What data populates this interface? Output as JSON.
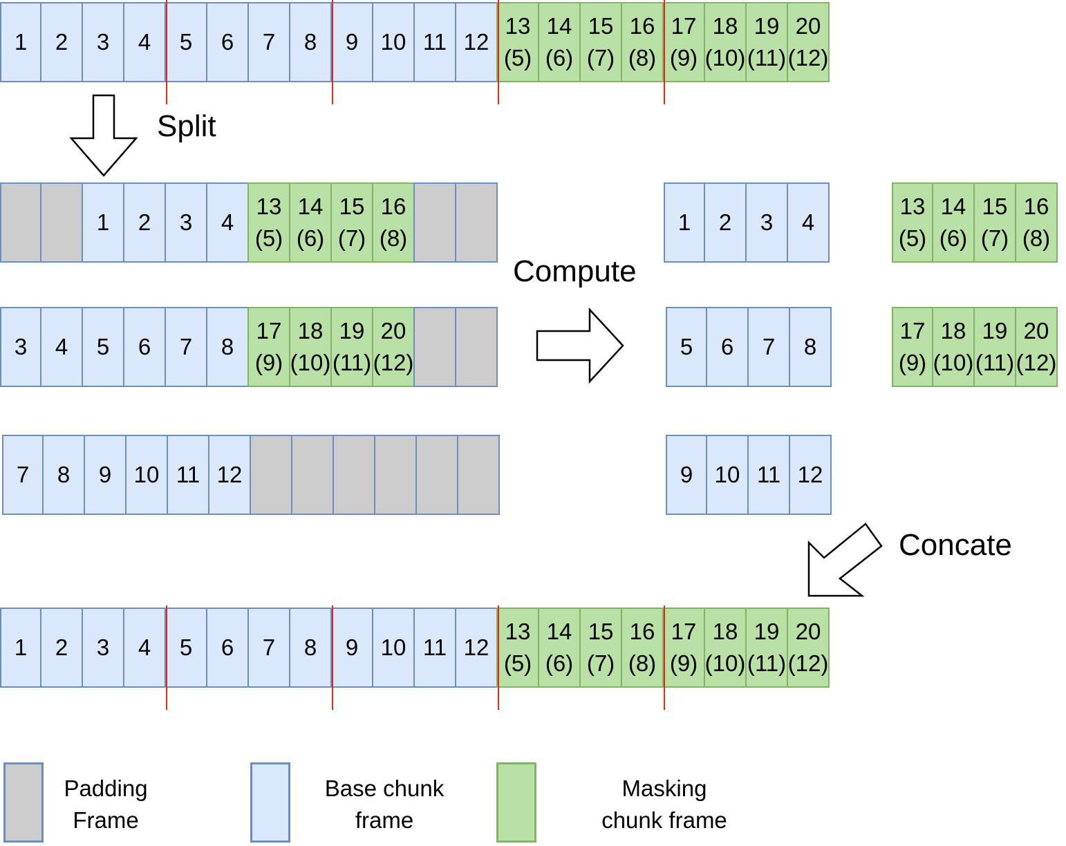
{
  "labels": {
    "split": "Split",
    "compute": "Compute",
    "concate": "Concate"
  },
  "colors": {
    "base_fill": "#dae8fc",
    "base_border": "#6c8ebf",
    "mask_fill": "#b9e0a5",
    "mask_border": "#82b366",
    "pad_fill": "#cccccc",
    "boundary_line": "#e0281f"
  },
  "rows": {
    "input": [
      {
        "t": "base",
        "main": "1"
      },
      {
        "t": "base",
        "main": "2"
      },
      {
        "t": "base",
        "main": "3"
      },
      {
        "t": "base",
        "main": "4"
      },
      {
        "t": "base",
        "main": "5"
      },
      {
        "t": "base",
        "main": "6"
      },
      {
        "t": "base",
        "main": "7"
      },
      {
        "t": "base",
        "main": "8"
      },
      {
        "t": "base",
        "main": "9"
      },
      {
        "t": "base",
        "main": "10"
      },
      {
        "t": "base",
        "main": "11"
      },
      {
        "t": "base",
        "main": "12"
      },
      {
        "t": "mask",
        "main": "13",
        "sub": "(5)"
      },
      {
        "t": "mask",
        "main": "14",
        "sub": "(6)"
      },
      {
        "t": "mask",
        "main": "15",
        "sub": "(7)"
      },
      {
        "t": "mask",
        "main": "16",
        "sub": "(8)"
      },
      {
        "t": "mask",
        "main": "17",
        "sub": "(9)"
      },
      {
        "t": "mask",
        "main": "18",
        "sub": "(10)"
      },
      {
        "t": "mask",
        "main": "19",
        "sub": "(11)"
      },
      {
        "t": "mask",
        "main": "20",
        "sub": "(12)"
      }
    ],
    "split_1": [
      {
        "t": "pad"
      },
      {
        "t": "pad"
      },
      {
        "t": "base",
        "main": "1"
      },
      {
        "t": "base",
        "main": "2"
      },
      {
        "t": "base",
        "main": "3"
      },
      {
        "t": "base",
        "main": "4"
      },
      {
        "t": "mask",
        "main": "13",
        "sub": "(5)"
      },
      {
        "t": "mask",
        "main": "14",
        "sub": "(6)"
      },
      {
        "t": "mask",
        "main": "15",
        "sub": "(7)"
      },
      {
        "t": "mask",
        "main": "16",
        "sub": "(8)"
      },
      {
        "t": "pad"
      },
      {
        "t": "pad"
      }
    ],
    "split_2": [
      {
        "t": "base",
        "main": "3"
      },
      {
        "t": "base",
        "main": "4"
      },
      {
        "t": "base",
        "main": "5"
      },
      {
        "t": "base",
        "main": "6"
      },
      {
        "t": "base",
        "main": "7"
      },
      {
        "t": "base",
        "main": "8"
      },
      {
        "t": "mask",
        "main": "17",
        "sub": "(9)"
      },
      {
        "t": "mask",
        "main": "18",
        "sub": "(10)"
      },
      {
        "t": "mask",
        "main": "19",
        "sub": "(11)"
      },
      {
        "t": "mask",
        "main": "20",
        "sub": "(12)"
      },
      {
        "t": "pad"
      },
      {
        "t": "pad"
      }
    ],
    "split_3": [
      {
        "t": "base",
        "main": "7"
      },
      {
        "t": "base",
        "main": "8"
      },
      {
        "t": "base",
        "main": "9"
      },
      {
        "t": "base",
        "main": "10"
      },
      {
        "t": "base",
        "main": "11"
      },
      {
        "t": "base",
        "main": "12"
      },
      {
        "t": "pad"
      },
      {
        "t": "pad"
      },
      {
        "t": "pad"
      },
      {
        "t": "pad"
      },
      {
        "t": "pad"
      },
      {
        "t": "pad"
      }
    ],
    "out_base_1": [
      {
        "t": "base",
        "main": "1"
      },
      {
        "t": "base",
        "main": "2"
      },
      {
        "t": "base",
        "main": "3"
      },
      {
        "t": "base",
        "main": "4"
      }
    ],
    "out_base_2": [
      {
        "t": "base",
        "main": "5"
      },
      {
        "t": "base",
        "main": "6"
      },
      {
        "t": "base",
        "main": "7"
      },
      {
        "t": "base",
        "main": "8"
      }
    ],
    "out_base_3": [
      {
        "t": "base",
        "main": "9"
      },
      {
        "t": "base",
        "main": "10"
      },
      {
        "t": "base",
        "main": "11"
      },
      {
        "t": "base",
        "main": "12"
      }
    ],
    "out_mask_1": [
      {
        "t": "mask",
        "main": "13",
        "sub": "(5)"
      },
      {
        "t": "mask",
        "main": "14",
        "sub": "(6)"
      },
      {
        "t": "mask",
        "main": "15",
        "sub": "(7)"
      },
      {
        "t": "mask",
        "main": "16",
        "sub": "(8)"
      }
    ],
    "out_mask_2": [
      {
        "t": "mask",
        "main": "17",
        "sub": "(9)"
      },
      {
        "t": "mask",
        "main": "18",
        "sub": "(10)"
      },
      {
        "t": "mask",
        "main": "19",
        "sub": "(11)"
      },
      {
        "t": "mask",
        "main": "20",
        "sub": "(12)"
      }
    ],
    "output": [
      {
        "t": "base",
        "main": "1"
      },
      {
        "t": "base",
        "main": "2"
      },
      {
        "t": "base",
        "main": "3"
      },
      {
        "t": "base",
        "main": "4"
      },
      {
        "t": "base",
        "main": "5"
      },
      {
        "t": "base",
        "main": "6"
      },
      {
        "t": "base",
        "main": "7"
      },
      {
        "t": "base",
        "main": "8"
      },
      {
        "t": "base",
        "main": "9"
      },
      {
        "t": "base",
        "main": "10"
      },
      {
        "t": "base",
        "main": "11"
      },
      {
        "t": "base",
        "main": "12"
      },
      {
        "t": "mask",
        "main": "13",
        "sub": "(5)"
      },
      {
        "t": "mask",
        "main": "14",
        "sub": "(6)"
      },
      {
        "t": "mask",
        "main": "15",
        "sub": "(7)"
      },
      {
        "t": "mask",
        "main": "16",
        "sub": "(8)"
      },
      {
        "t": "mask",
        "main": "17",
        "sub": "(9)"
      },
      {
        "t": "mask",
        "main": "18",
        "sub": "(10)"
      },
      {
        "t": "mask",
        "main": "19",
        "sub": "(11)"
      },
      {
        "t": "mask",
        "main": "20",
        "sub": "(12)"
      }
    ]
  },
  "legend": {
    "padding": {
      "line1": "Padding",
      "line2": "Frame"
    },
    "base": {
      "line1": "Base chunk",
      "line2": "frame"
    },
    "masking": {
      "line1": "Masking",
      "line2": "chunk frame"
    }
  }
}
